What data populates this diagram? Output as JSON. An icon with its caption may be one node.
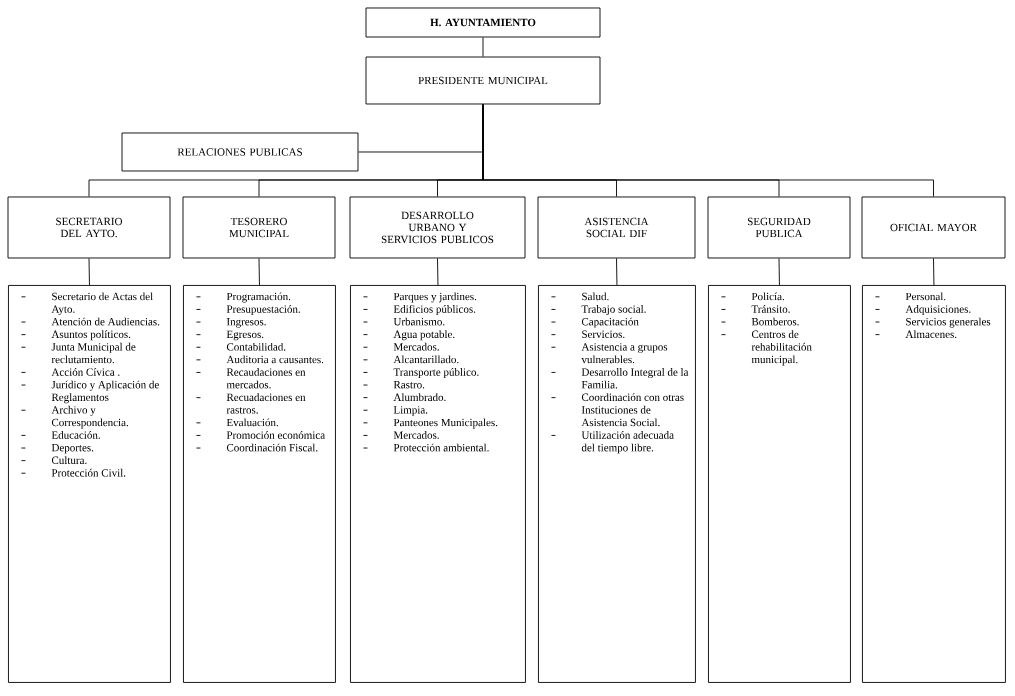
{
  "diagram": {
    "nodes": [
      {
        "text": [
          "H. AYUNTAMIENTO"
        ]
      },
      {
        "text": [
          "PRESIDENTE MUNICIPAL"
        ]
      },
      {
        "text": [
          "RELACIONES PUBLICAS"
        ]
      },
      {
        "text": [
          "SECRETARIO DEL AYTO."
        ]
      },
      {
        "text": [
          "TESORERO MUNICIPAL"
        ]
      },
      {
        "text": [
          "DESARROLLO URBANO Y SERVICIOS PUBLICOS"
        ]
      },
      {
        "text": [
          "ASISTENCIA SOCIAL DIF"
        ]
      },
      {
        "text": [
          "SEGURIDAD PUBLICA"
        ]
      },
      {
        "text": [
          "OFICIAL MAYOR"
        ]
      },
      {
        "text": [
          "Secretario de Actas del Ayto.",
          "Atención de Audiencias.",
          "Asuntos políticos.",
          "Junta Municipal de reclutamiento.",
          "Acción Cívica .",
          "Jurídico y Aplicación de Reglamentos",
          "Archivo y Correspondencia.",
          "Educación.",
          "Deportes.",
          "Cultura.",
          "Protección Civil."
        ]
      },
      {
        "text": [
          "Programación.",
          "Presupuestación.",
          "Ingresos.",
          "Egresos.",
          "Contabilidad.",
          "Auditoria a causantes.",
          "Recaudaciones en mercados.",
          "Recuadaciones en rastros.",
          "Evaluación.",
          "Promoción económica",
          "Coordinación Fiscal."
        ]
      },
      {
        "text": [
          "Parques y jardines.",
          "Edificios públicos.",
          "Urbanismo.",
          "Agua potable.",
          "Mercados.",
          "Alcantarillado.",
          "Transporte público.",
          "Rastro.",
          "Alumbrado.",
          "Limpia.",
          "Panteones Municipales.",
          "Mercados.",
          "Protección ambiental."
        ]
      },
      {
        "text": [
          "Salud.",
          "Trabajo social.",
          "Capacitación",
          "Servicios.",
          "Asistencia a grupos vulnerables.",
          "Desarrollo Integral de la Familia.",
          "Coordinación con otras Instituciones de Asistencia Social.",
          "Utilización adecuada del tiempo libre."
        ]
      },
      {
        "text": [
          "Policía.",
          "Tránsito.",
          "Bomberos.",
          "Centros de rehabilitación municipal."
        ]
      },
      {
        "text": [
          "Personal.",
          "Adquisiciones.",
          "Servicios generales",
          "Almacenes."
        ]
      }
    ],
    "edges": [
      {
        "from": 0,
        "to": 1,
        "arrow": "none"
      },
      {
        "from": 1,
        "to": 2,
        "arrow": "none"
      },
      {
        "from": 1,
        "to": 3,
        "arrow": "none"
      },
      {
        "from": 1,
        "to": 4,
        "arrow": "none"
      },
      {
        "from": 1,
        "to": 5,
        "arrow": "none"
      },
      {
        "from": 1,
        "to": 6,
        "arrow": "none"
      },
      {
        "from": 1,
        "to": 7,
        "arrow": "none"
      },
      {
        "from": 1,
        "to": 8,
        "arrow": "none"
      },
      {
        "from": 3,
        "to": 9,
        "arrow": "none"
      },
      {
        "from": 4,
        "to": 10,
        "arrow": "none"
      },
      {
        "from": 5,
        "to": 11,
        "arrow": "none"
      },
      {
        "from": 6,
        "to": 12,
        "arrow": "none"
      },
      {
        "from": 7,
        "to": 13,
        "arrow": "none"
      },
      {
        "from": 8,
        "to": 14,
        "arrow": "none"
      }
    ]
  }
}
